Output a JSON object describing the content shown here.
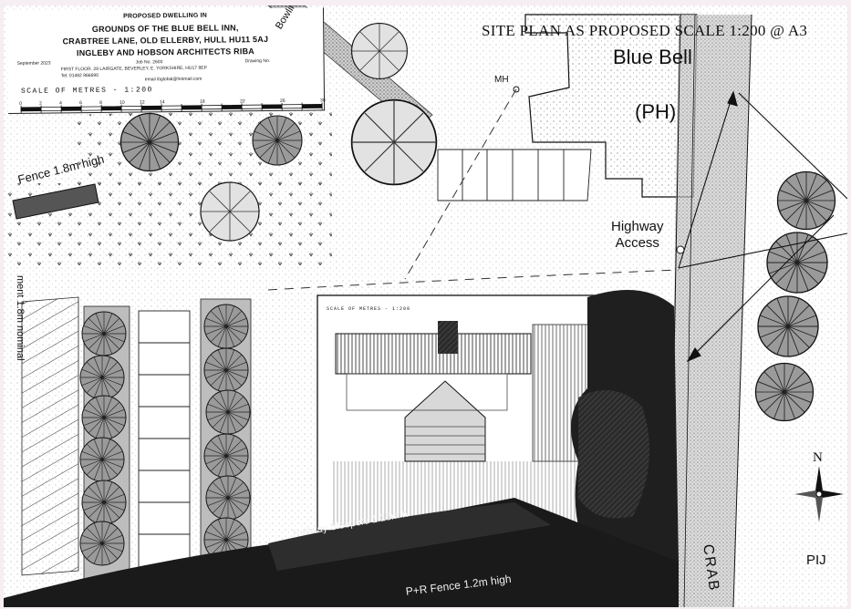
{
  "title_block": {
    "line1": "PROPOSED DWELLING IN",
    "line2": "GROUNDS OF THE BLUE BELL INN,",
    "line3": "CRABTREE LANE, OLD ELLERBY, HULL HU11 5AJ",
    "line4": "INGLEBY AND HOBSON ARCHITECTS RIBA",
    "date": "September 2023",
    "job_no": "Job No. 2600",
    "drawing_no": "Drawing No.",
    "address": "FIRST FLOOR, 28 LAIRGATE, BEVERLEY, E. YORKSHIRE, HU17 8EP",
    "tel": "Tel: 01482 866690",
    "email": "email ibglobal@hotmail.com",
    "scale_text": "SCALE OF METRES - 1:200",
    "scale_numbers": [
      "0",
      "2",
      "4",
      "6",
      "8",
      "10",
      "12",
      "14",
      "",
      "18",
      "",
      "22",
      "",
      "26",
      "",
      "30"
    ]
  },
  "plan_title": "SITE PLAN AS PROPOSED  SCALE 1:200 @ A3",
  "labels": {
    "pub_name": "Blue Bell",
    "pub_abbrev": "(PH)",
    "highway_line1": "Highway",
    "highway_line2": "Access",
    "manhole": "MH",
    "fence_top": "Fence 1.8m high",
    "fence_side": "ment 1.8m nominal",
    "bowling": "Bowlin",
    "sleepers": "Railway Sleepers  1.25m h",
    "fence_bottom": "P+R Fence 1.2m high",
    "road": "CRAB",
    "north": "N",
    "initials": "PIJ",
    "inner_scale": "SCALE OF METRES - 1:200"
  },
  "colors": {
    "ink": "#111111",
    "dark_hatch": "#2a2a2a",
    "stipple": "#8a8a8a",
    "paper": "#ffffff",
    "border": "#f6eef2"
  },
  "icons": {
    "north_arrow": "compass-rose-icon",
    "tree": "tree-canopy-icon"
  }
}
